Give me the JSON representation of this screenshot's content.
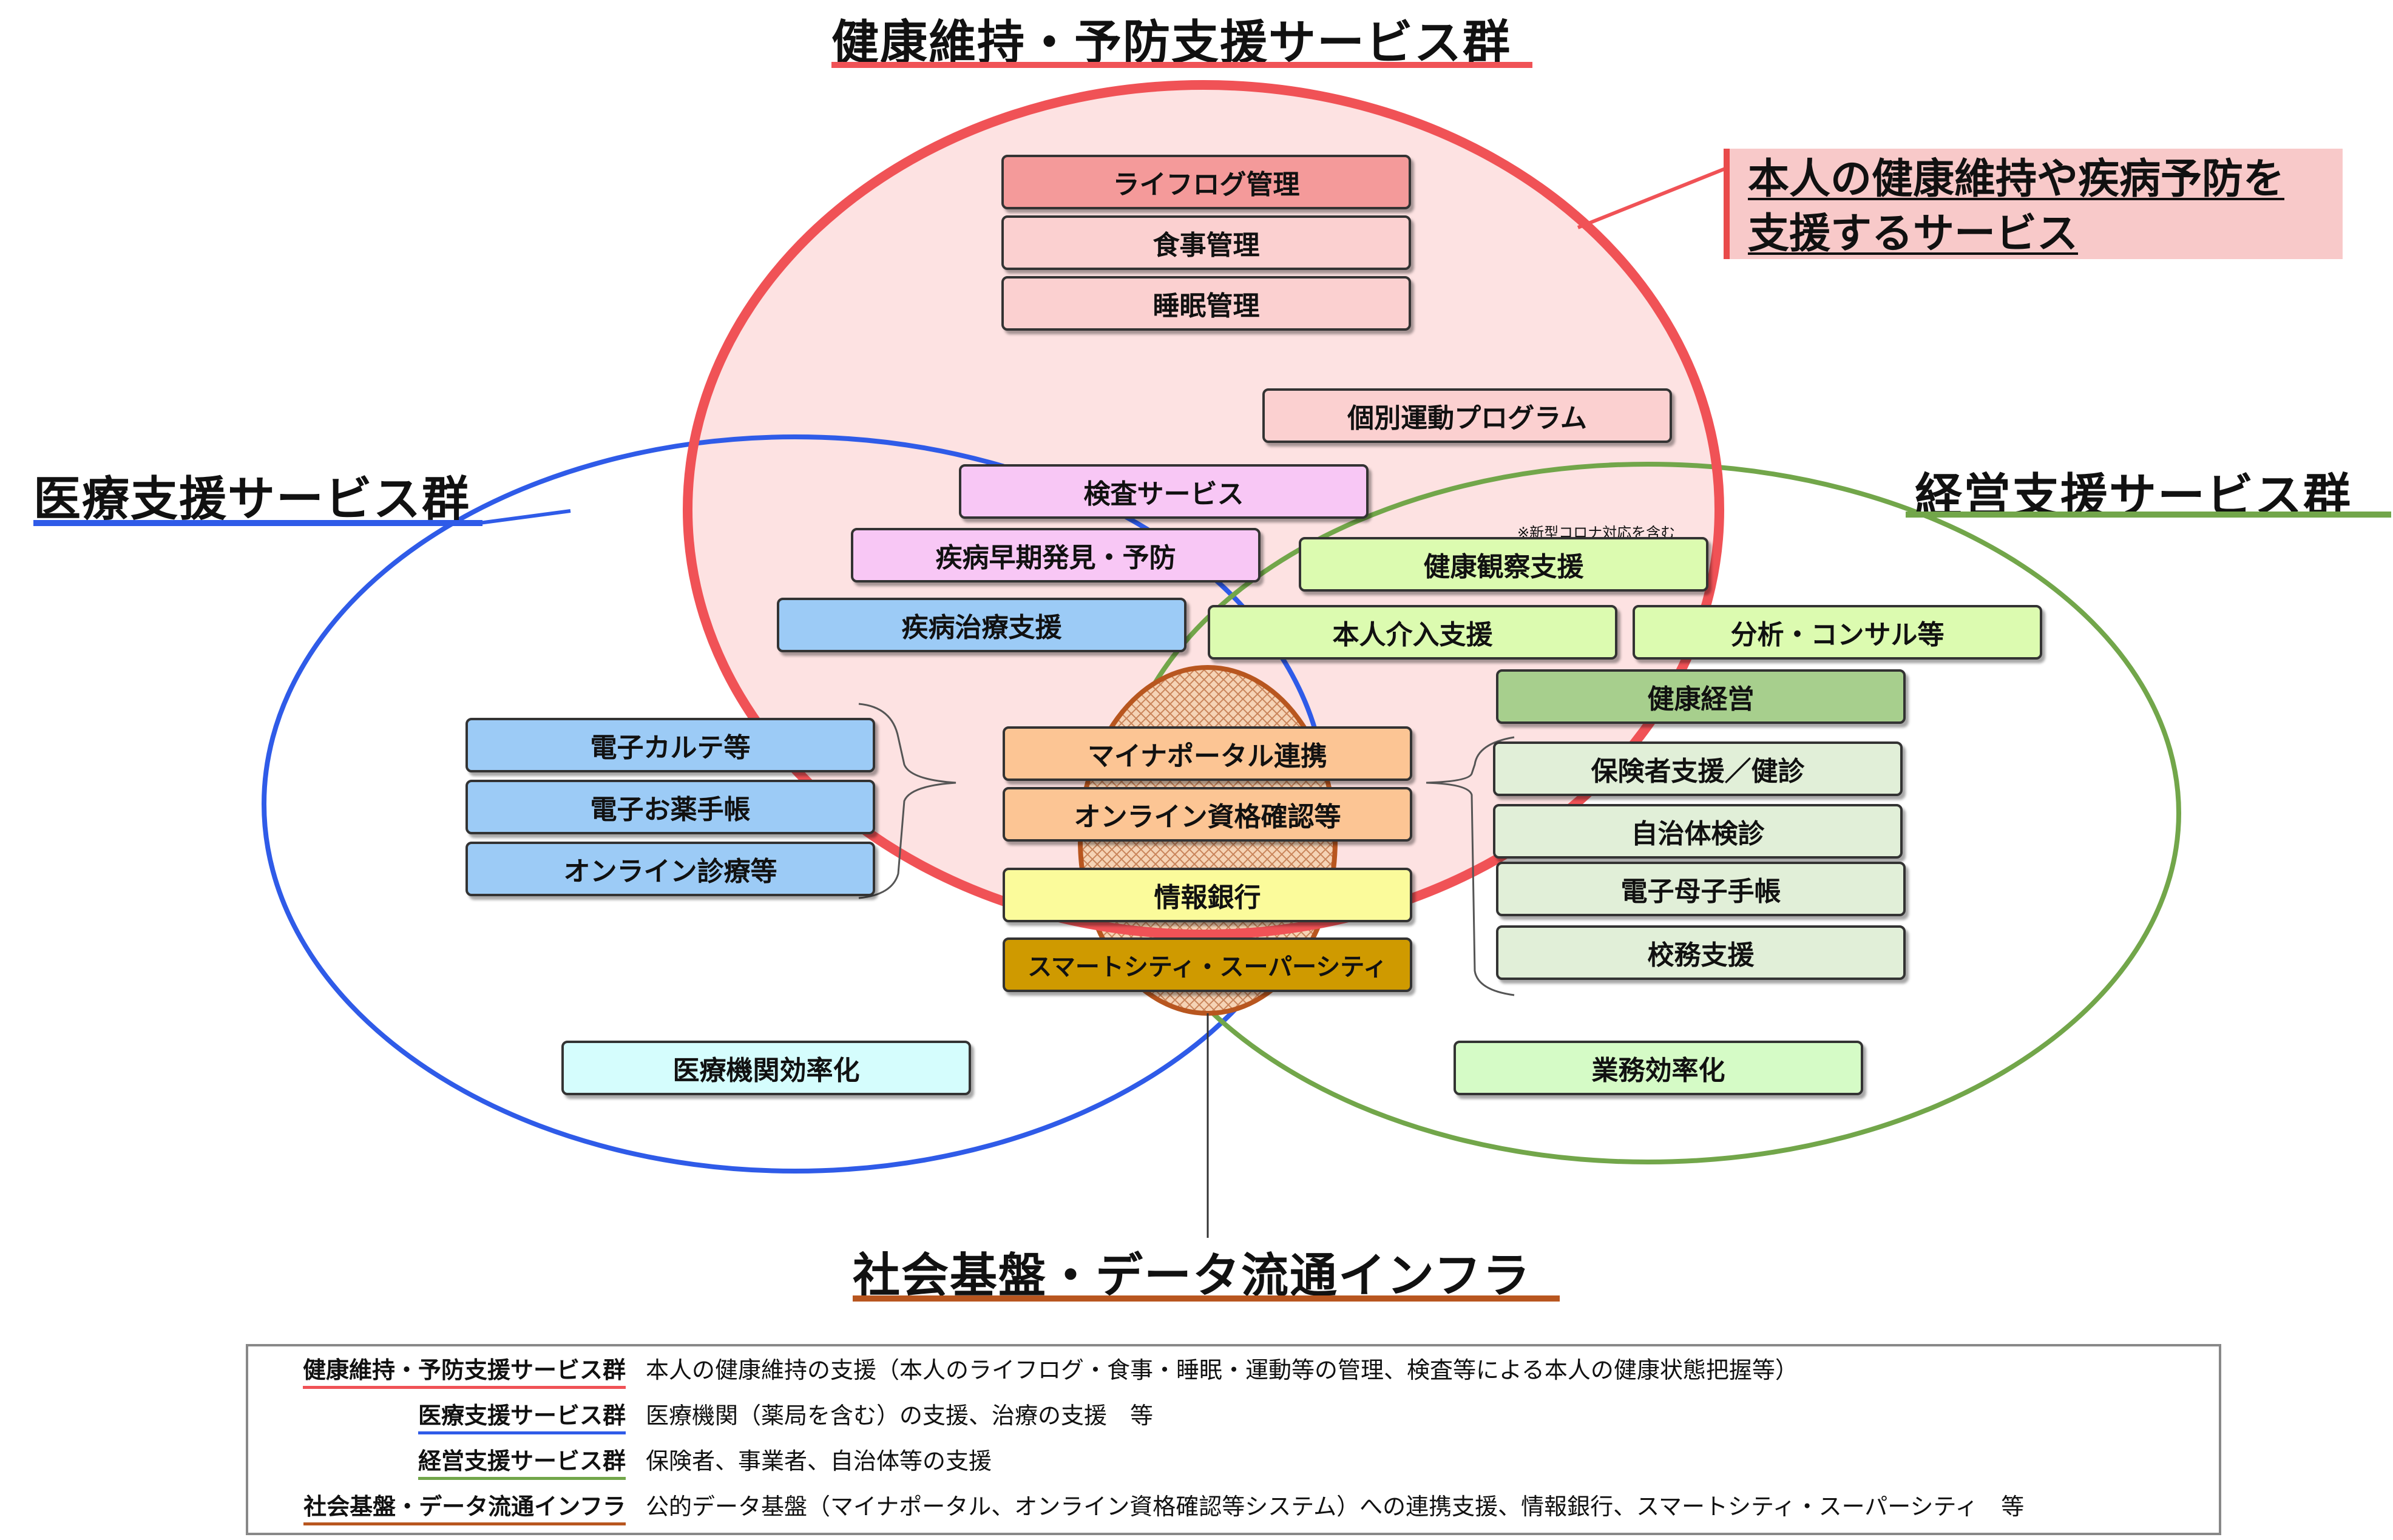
{
  "groups": {
    "health": {
      "title": "健康維持・予防支援サービス群",
      "color": "#f05256"
    },
    "medical": {
      "title": "医療支援サービス群",
      "color": "#2f5be8"
    },
    "management": {
      "title": "経営支援サービス群",
      "color": "#72a64a"
    },
    "infra": {
      "title": "社会基盤・データ流通インフラ",
      "color": "#b8561f"
    }
  },
  "callout": {
    "line1": "本人の健康維持や疾病予防を",
    "line2": "支援するサービス"
  },
  "note": "※新型コロナ対応を含む",
  "boxes": {
    "lifelog": "ライフログ管理",
    "meal": "食事管理",
    "sleep": "睡眠管理",
    "exercise": "個別運動プログラム",
    "checkup": "検査サービス",
    "early_detection": "疾病早期発見・予防",
    "health_observation": "健康観察支援",
    "treatment": "疾病治療支援",
    "intervention": "本人介入支援",
    "analysis": "分析・コンサル等",
    "health_management": "健康経営",
    "ehr": "電子カルテ等",
    "e_medicine": "電子お薬手帳",
    "online_care": "オンライン診療等",
    "myna": "マイナポータル連携",
    "online_qual": "オンライン資格確認等",
    "info_bank": "情報銀行",
    "smart_city": "スマートシティ・スーパーシティ",
    "insurer": "保険者支援／健診",
    "municipal": "自治体検診",
    "e_maternal": "電子母子手帳",
    "school": "校務支援",
    "hospital_eff": "医療機関効率化",
    "business_eff": "業務効率化"
  },
  "legend": [
    {
      "term": "健康維持・予防支援サービス群",
      "desc": "本人の健康維持の支援（本人のライフログ・食事・睡眠・運動等の管理、検査等による本人の健康状態把握等）",
      "color": "#f05256"
    },
    {
      "term": "医療支援サービス群",
      "desc": "医療機関（薬局を含む）の支援、治療の支援　等",
      "color": "#2f5be8"
    },
    {
      "term": "経営支援サービス群",
      "desc": "保険者、事業者、自治体等の支援",
      "color": "#72a64a"
    },
    {
      "term": "社会基盤・データ流通インフラ",
      "desc": "公的データ基盤（マイナポータル、オンライン資格確認等システム）への連携支援、情報銀行、スマートシティ・スーパーシティ　等",
      "color": "#b8561f"
    }
  ]
}
